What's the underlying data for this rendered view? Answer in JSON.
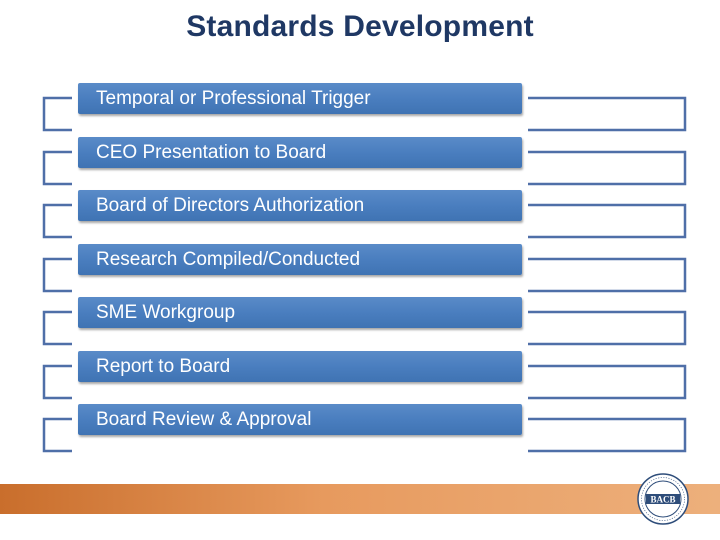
{
  "title": "Standards Development",
  "steps": [
    {
      "label": "Temporal or Professional Trigger"
    },
    {
      "label": "CEO Presentation to Board"
    },
    {
      "label": "Board of Directors Authorization"
    },
    {
      "label": "Research Compiled/Conducted"
    },
    {
      "label": "SME Workgroup"
    },
    {
      "label": "Report to Board"
    },
    {
      "label": "Board Review & Approval"
    }
  ],
  "logo": {
    "text": "BACB"
  },
  "colors": {
    "title": "#1f3864",
    "step_fill": "#4a7ebf",
    "connector": "#4f6fa8",
    "footer": "#e08a48"
  }
}
